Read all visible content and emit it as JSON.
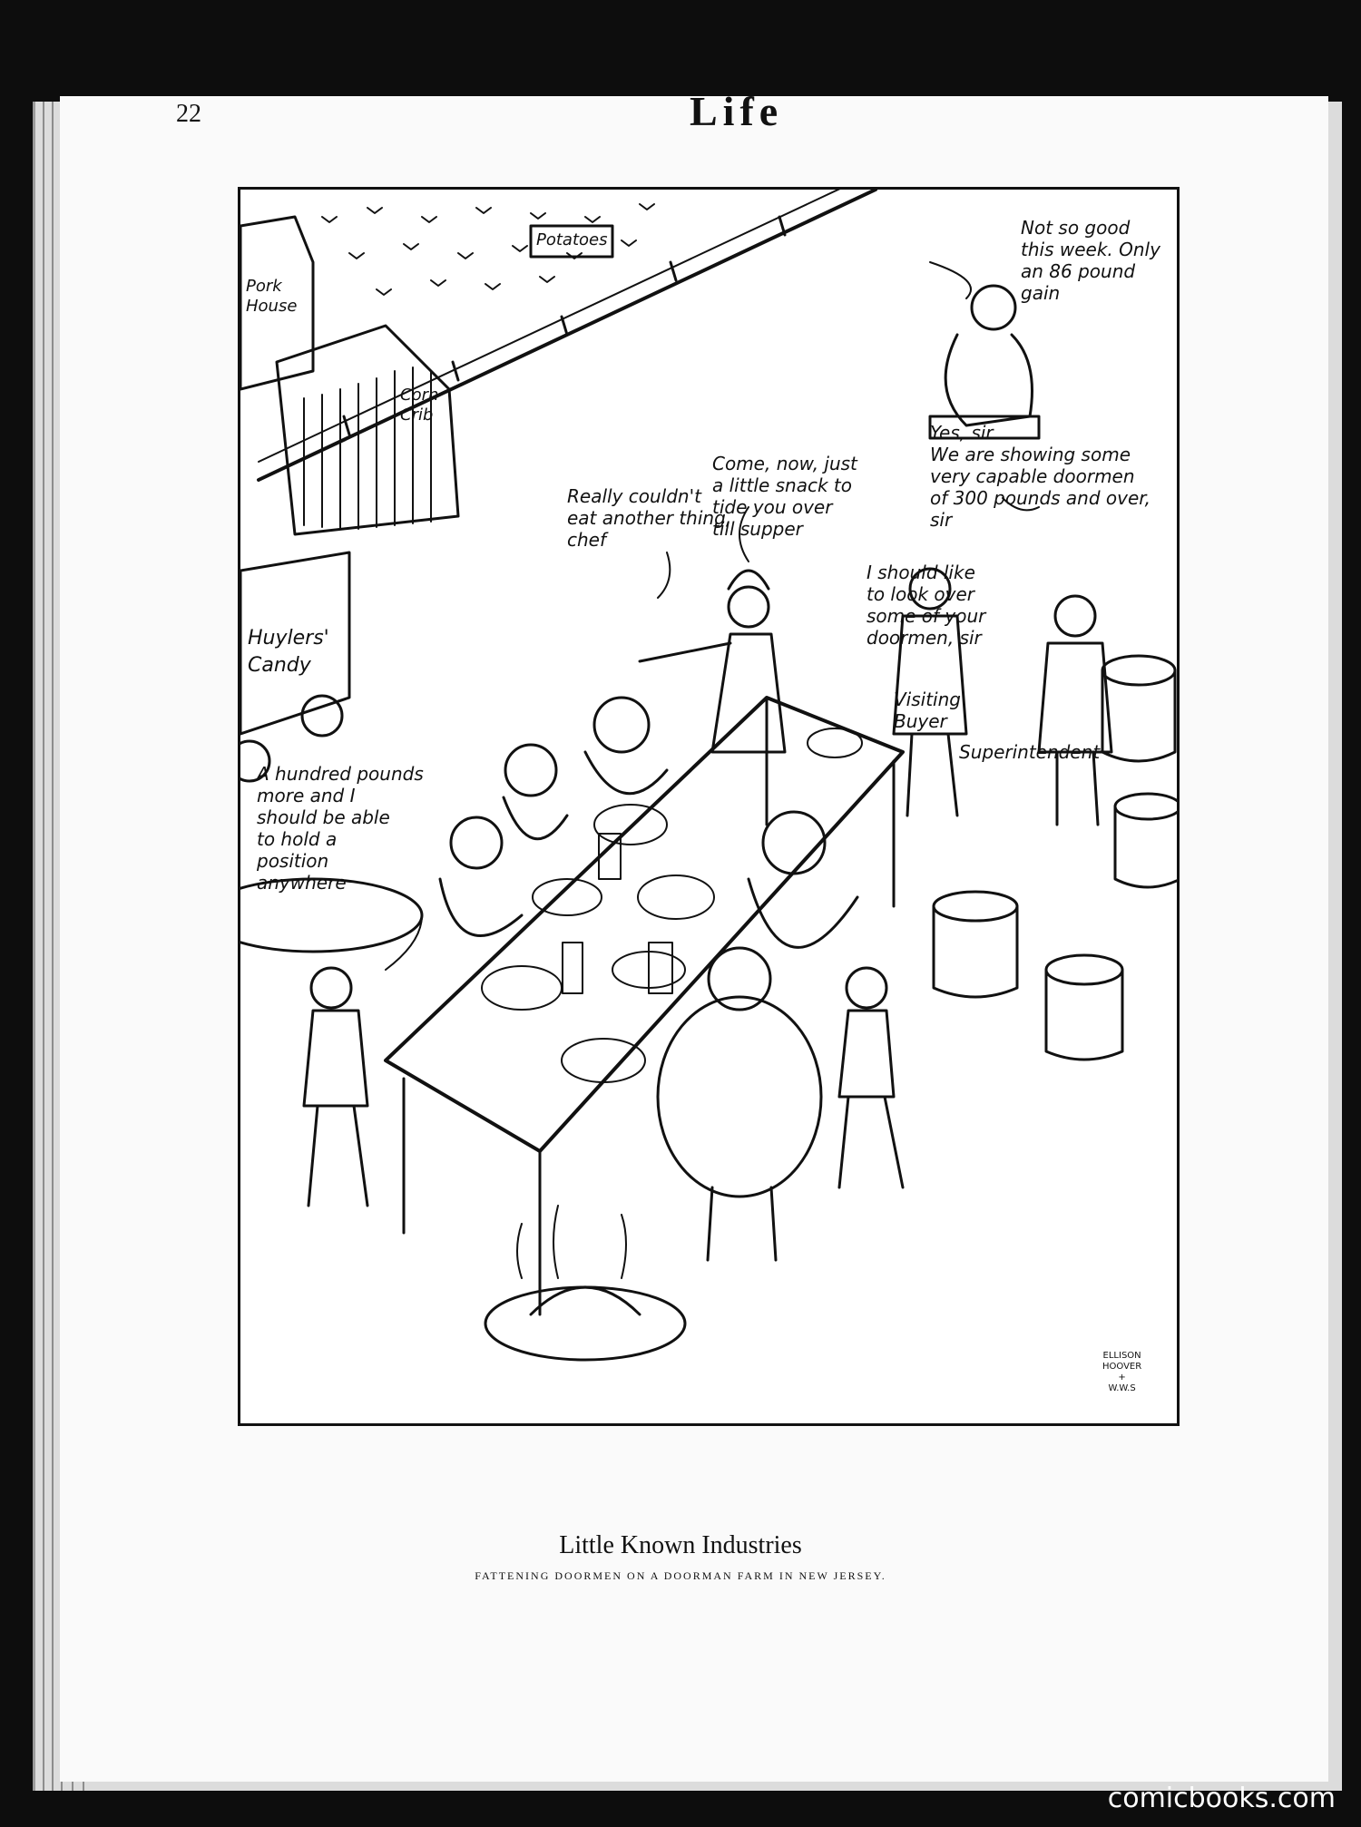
{
  "page": {
    "number": "22",
    "masthead": "Life"
  },
  "illustration": {
    "signs": {
      "pork_house": "Pork\nHouse",
      "potatoes": "Potatoes",
      "corn_crib": "Corn\nCrib",
      "candy_wagon": "Huylers'\nCandy"
    },
    "speech": {
      "scale_man": "Not so good\nthis week. Only\nan 86 pound gain",
      "superintendent_reply": "Yes, sir.\nWe are showing some\nvery capable doormen\nof 300 pounds and over,\nsir",
      "chef": "Come, now, just\na little snack to\ntide you over\ntill supper",
      "diner": "Really couldn't\neat another thing,\nchef",
      "buyer": "I should like\nto look over\nsome of your\ndoormen, sir",
      "hundred_pounds": "A hundred pounds\nmore and I\nshould be able\nto hold a\nposition\nanywhere"
    },
    "figure_labels": {
      "visiting_buyer": "Visiting\nBuyer",
      "superintendent": "Superintendent"
    },
    "signature": "ELLISON\nHOOVER\n+\nW.W.S"
  },
  "caption": {
    "title": "Little Known Industries",
    "subtitle": "FATTENING DOORMEN ON A DOORMAN FARM IN NEW JERSEY."
  },
  "watermark": "comicbooks.com"
}
